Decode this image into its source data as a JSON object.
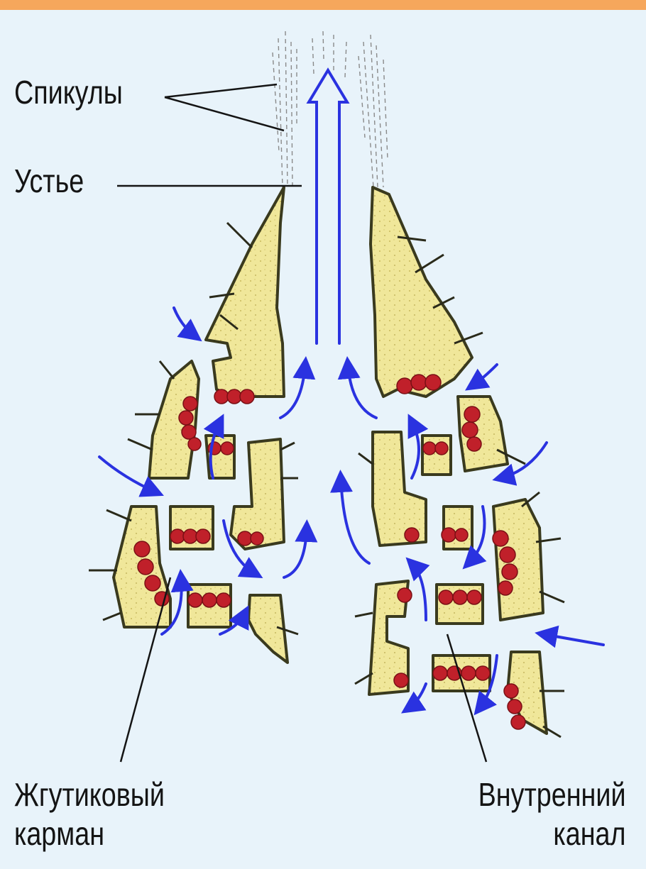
{
  "labels": {
    "spicules": "Спикулы",
    "osculum": "Устье",
    "flagellar_chamber_line1": "Жгутиковый",
    "flagellar_chamber_line2": "карман",
    "inner_canal_line1": "Внутренний",
    "inner_canal_line2": "канал"
  },
  "colors": {
    "background": "#e8f3fa",
    "top_border": "#f6a75c",
    "body_tissue": "#f0e79a",
    "outline": "#3a3a1e",
    "choanocytes": "#c0202a",
    "water_flow_arrows": "#2a32e0",
    "spicules": "#777777",
    "label_text": "#141414"
  },
  "icons": [
    "water-flow-arrow",
    "spicule",
    "choanocyte"
  ]
}
